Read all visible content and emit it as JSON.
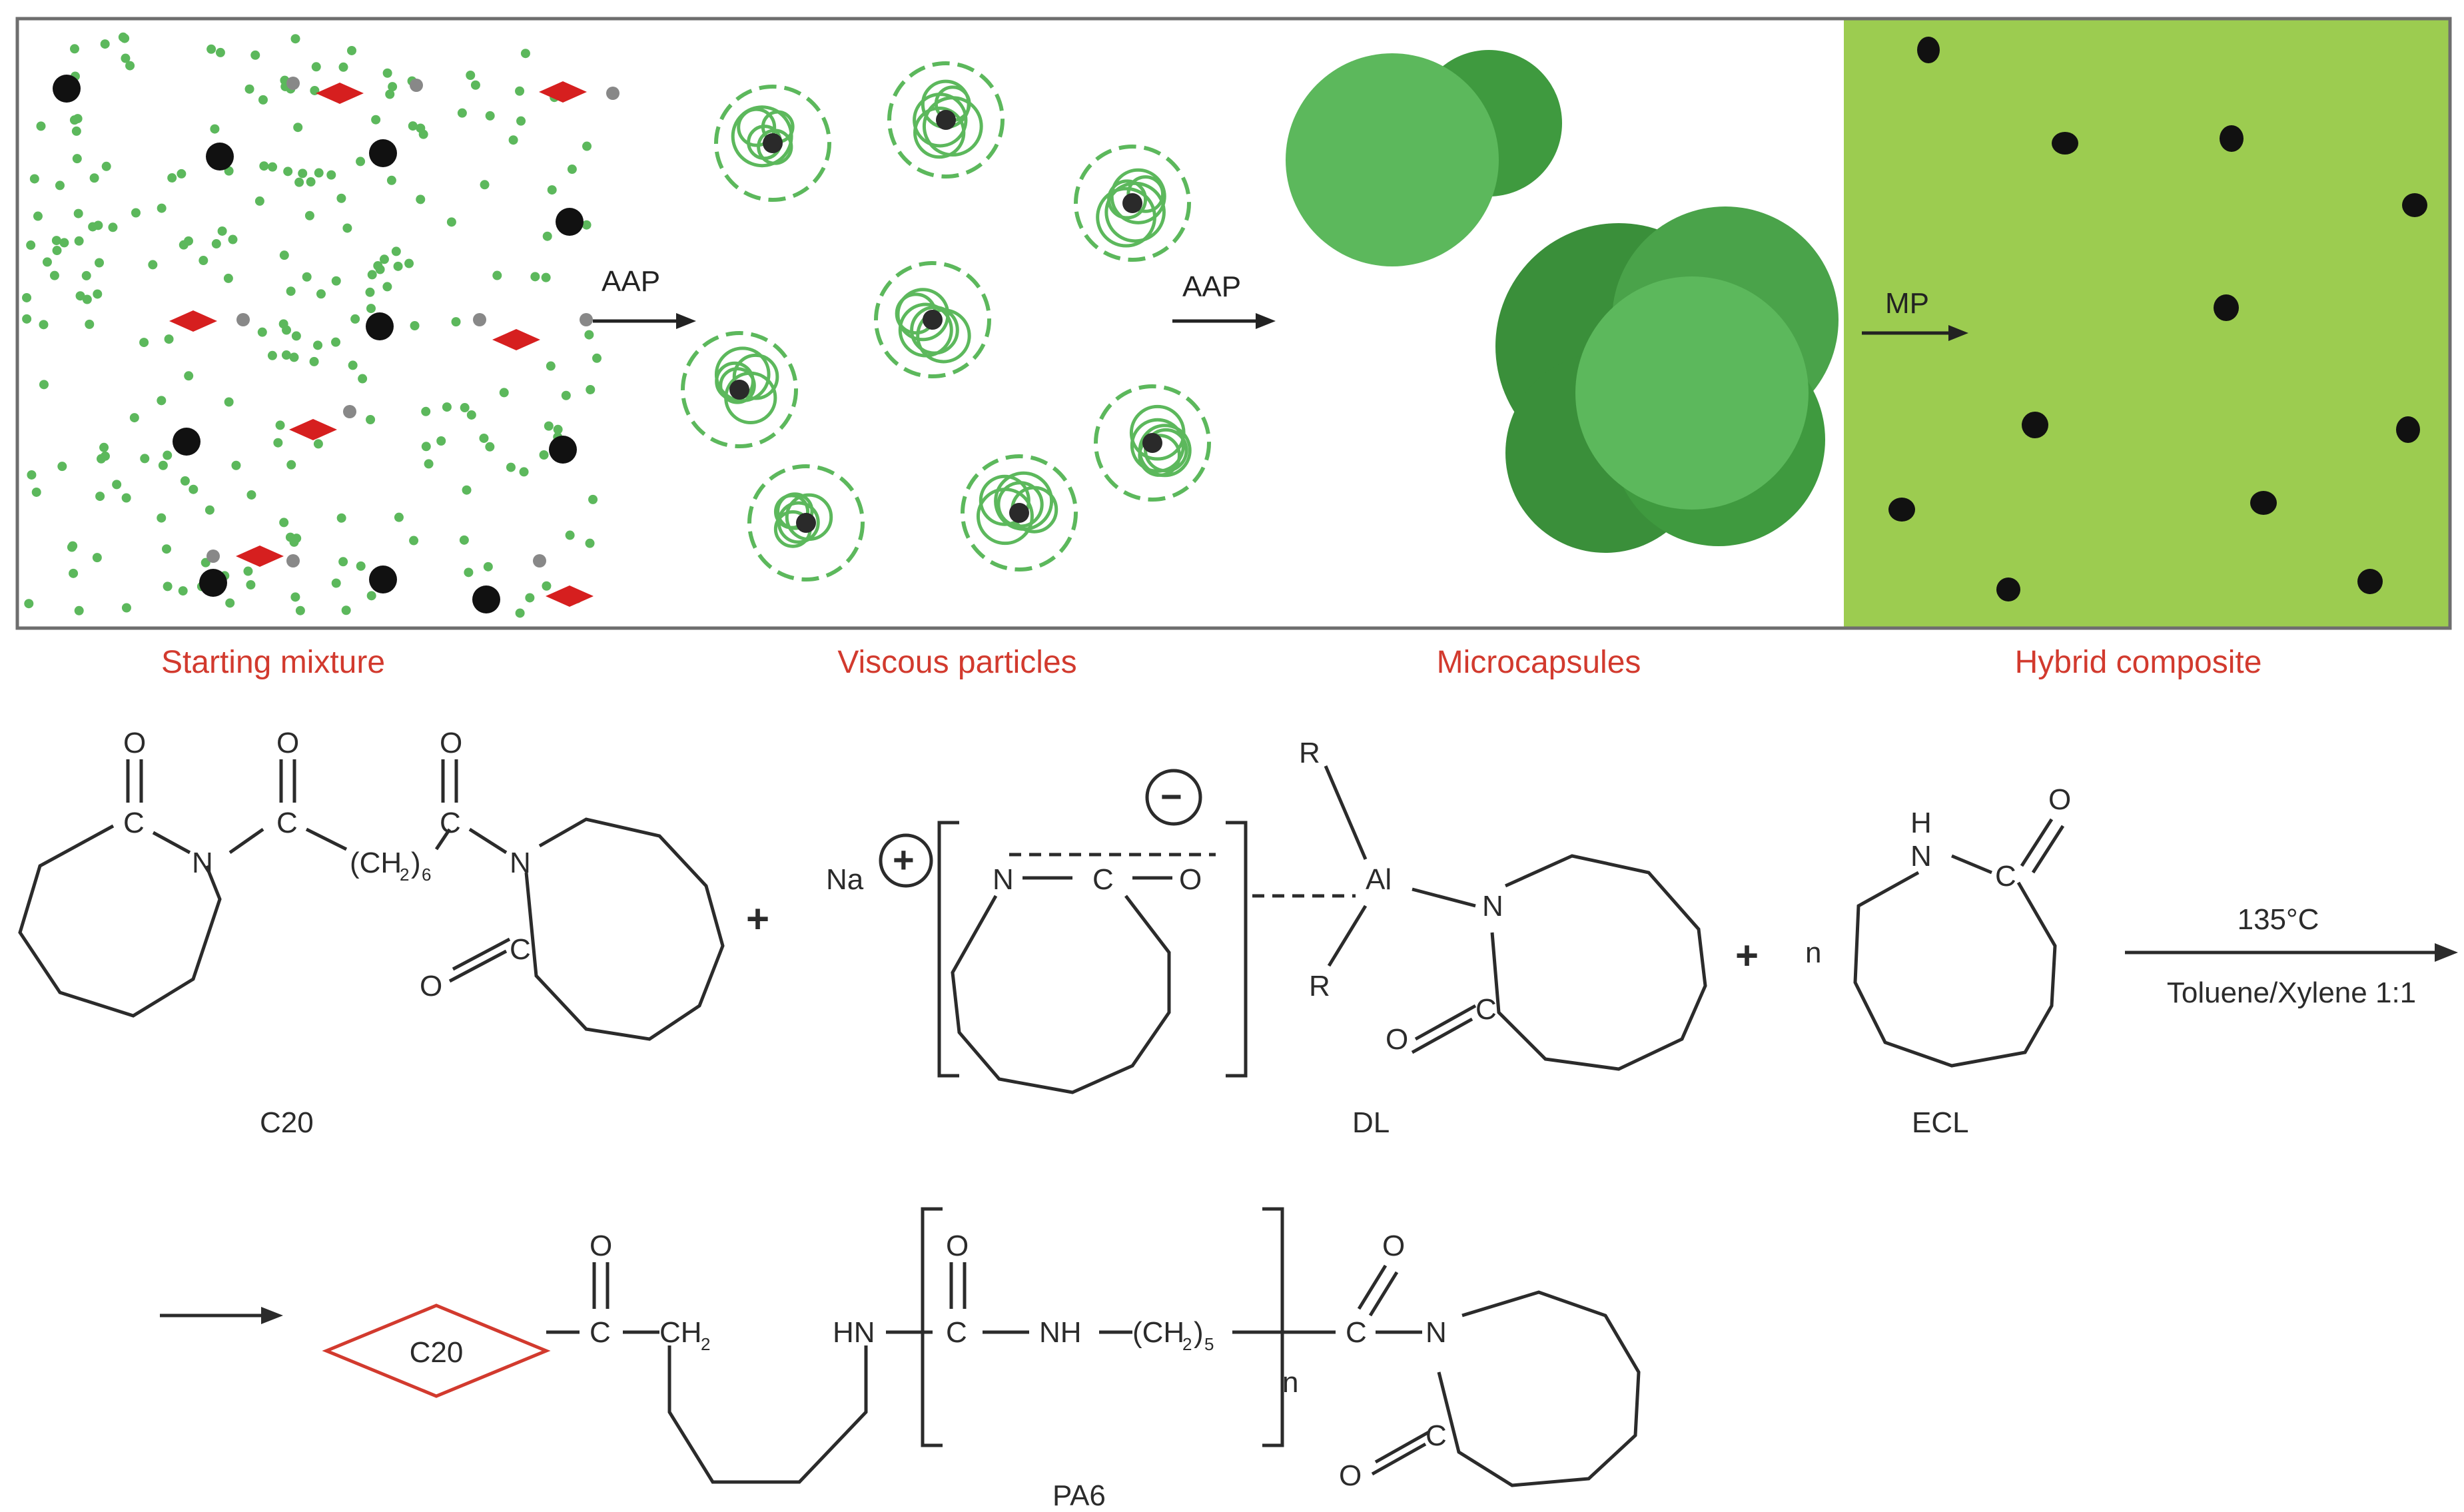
{
  "colors": {
    "green": "#5cb85c",
    "dark_green": "#3a8f3a",
    "panel_green": "#9ccc50",
    "red_label": "#d23a2e",
    "red_diamond": "#d61f1f",
    "black": "#111111",
    "gray_particle": "#888888",
    "frame": "#6e6e6e",
    "chem_line": "#2b2b2b"
  },
  "process": {
    "arrow_labels": [
      "AAP",
      "AAP",
      "MP"
    ],
    "stage_labels": [
      "Starting mixture",
      "Viscous particles",
      "Microcapsules",
      "Hybrid composite"
    ]
  },
  "chemistry": {
    "o": "O",
    "c": "C",
    "n": "N",
    "h": "H",
    "r": "R",
    "al": "Al",
    "na": "Na",
    "plus": "+",
    "minus": "−",
    "n_coeff": "n",
    "hn": "HN",
    "nh": "NH",
    "ch2_bridge_main": "(CH",
    "ch2_bridge_sub": "2",
    "ch2_bridge_close": ")",
    "ch2_bridge_sub6": "6",
    "ch2_chain_sub5": "5",
    "ch2": "CH",
    "ch2_sub": "2",
    "labels": [
      "C20",
      "DL",
      "ECL",
      "PA6"
    ],
    "reaction_temp": "135°C",
    "reaction_solvent": "Toluene/Xylene 1:1",
    "c20_box": "C20"
  }
}
